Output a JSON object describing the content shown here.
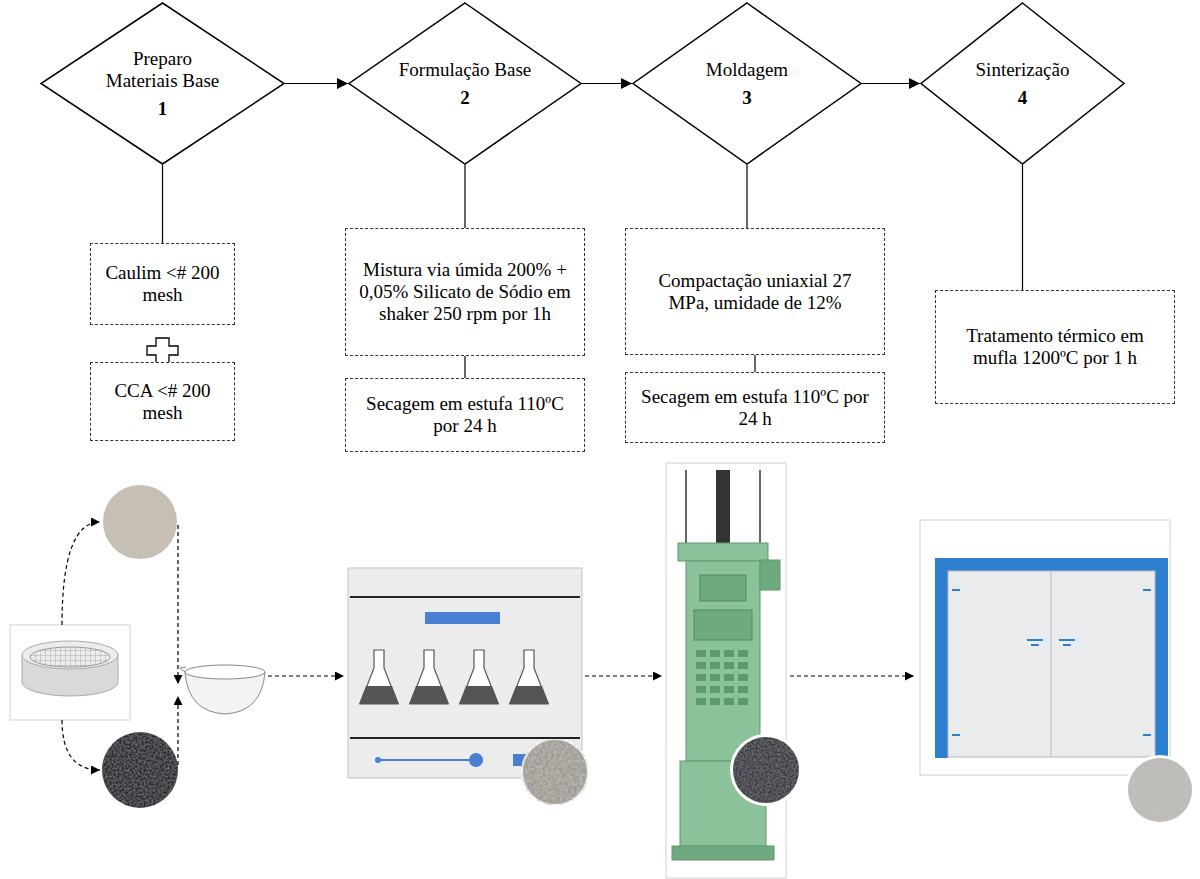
{
  "diagram": {
    "nodes": [
      {
        "text": [
          "Preparo Materiais Base",
          "1"
        ]
      },
      {
        "text": [
          "Formulação Base",
          "2"
        ]
      },
      {
        "text": [
          "Moldagem",
          "3"
        ]
      },
      {
        "text": [
          "Sinterização",
          "4"
        ]
      },
      {
        "text": [
          "Caulim <# 200 mesh"
        ]
      },
      {
        "text": [
          "Mistura via úmida 200% + 0,05% Silicato de Sódio em shaker 250 rpm por 1h"
        ]
      },
      {
        "text": [
          "Compactação uniaxial 27 MPa, umidade de 12%"
        ]
      },
      {
        "text": [
          "Tratamento térmico em mufla 1200ºC por 1 h"
        ]
      },
      {
        "text": [
          "CCA <# 200 mesh"
        ]
      },
      {
        "text": [
          "Secagem em estufa 110ºC por 24 h"
        ]
      },
      {
        "text": [
          "Secagem em estufa 110ºC por 24 h"
        ]
      }
    ],
    "edges": [
      {
        "from": 0,
        "to": 1,
        "arrow": "to"
      },
      {
        "from": 1,
        "to": 2,
        "arrow": "to"
      },
      {
        "from": 2,
        "to": 3,
        "arrow": "to"
      },
      {
        "from": 0,
        "to": 4,
        "arrow": "none"
      },
      {
        "from": 1,
        "to": 5,
        "arrow": "none"
      },
      {
        "from": 5,
        "to": 9,
        "arrow": "none"
      },
      {
        "from": 2,
        "to": 6,
        "arrow": "none"
      },
      {
        "from": 6,
        "to": 10,
        "arrow": "none"
      },
      {
        "from": 3,
        "to": 7,
        "arrow": "none"
      }
    ]
  }
}
